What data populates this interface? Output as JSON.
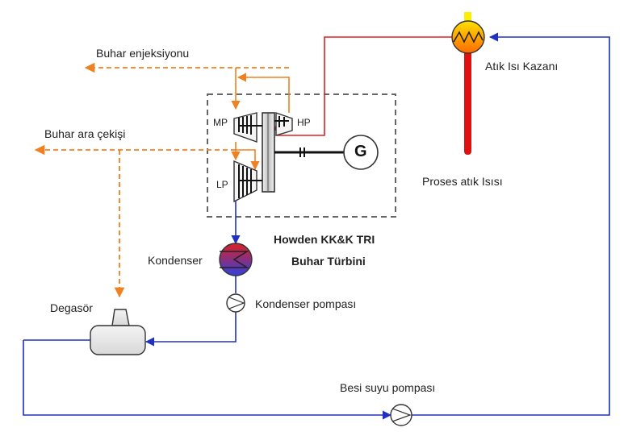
{
  "labels": {
    "steam_injection": "Buhar enjeksiyonu",
    "steam_extraction": "Buhar ara çekişi",
    "waste_heat_boiler": "Atık Isı Kazanı",
    "process_waste_heat": "Proses atık Isısı",
    "mp": "MP",
    "hp": "HP",
    "lp": "LP",
    "generator": "G",
    "title_line1": "Howden KK&K TRI",
    "title_line2": "Buhar Türbini",
    "condenser": "Kondenser",
    "condenser_pump": "Kondenser pompası",
    "deaerator": "Degasör",
    "feed_pump": "Besi suyu pompası"
  },
  "colors": {
    "steam": "#f08020",
    "hot_flow": "#e02020",
    "water": "#2030c0",
    "shaft": "#111111",
    "frame": "#666666",
    "heat_bar_top": "#ffee00",
    "heat_bar": "#e01010"
  }
}
